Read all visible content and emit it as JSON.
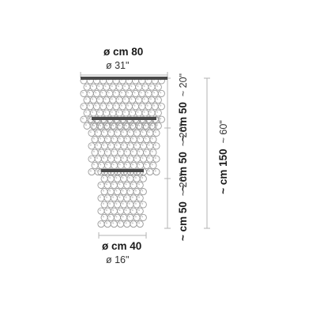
{
  "top_diameter": {
    "metric": "ø cm 80",
    "imperial": "ø 31\""
  },
  "bottom_diameter": {
    "metric": "ø cm 40",
    "imperial": "ø 16\""
  },
  "tiers": [
    {
      "metric": "~ cm 50",
      "imperial": "~ 20\""
    },
    {
      "metric": "~ cm 50",
      "imperial": "~ 20\""
    },
    {
      "metric": "~ cm 50",
      "imperial": "~ 20\""
    }
  ],
  "total_height": {
    "metric": "~ cm 150",
    "imperial": "~ 60\""
  },
  "colors": {
    "line": "#b3b3b3",
    "bead": "#9a9a9a",
    "ring": "#4a4a4a"
  }
}
